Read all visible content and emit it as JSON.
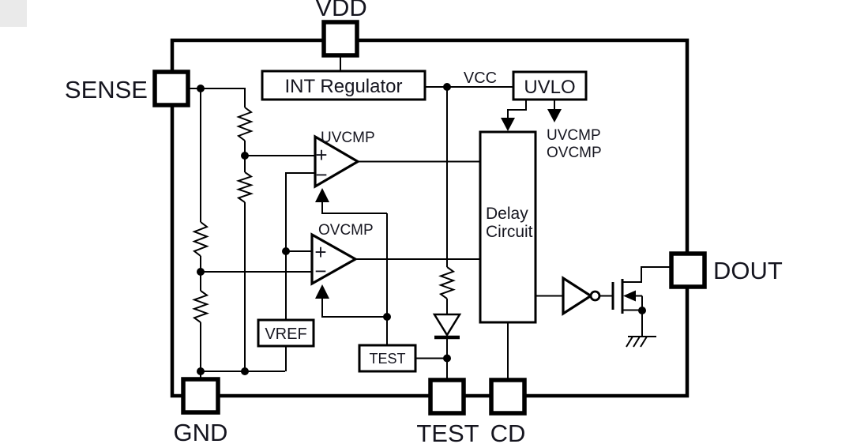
{
  "diagram": {
    "pins": {
      "vdd": "VDD",
      "sense": "SENSE",
      "gnd": "GND",
      "test": "TEST",
      "cd": "CD",
      "dout": "DOUT"
    },
    "blocks": {
      "int_regulator": "INT Regulator",
      "uvlo": "UVLO",
      "delay_line1": "Delay",
      "delay_line2": "Circuit",
      "vref": "VREF",
      "test": "TEST"
    },
    "comparators": {
      "uvcmp_label": "UVCMP",
      "ovcmp_label": "OVCMP",
      "plus_sign": "+",
      "minus_sign": "−"
    },
    "nets": {
      "vcc": "VCC"
    },
    "uvlo_outputs": {
      "dest1": "UVCMP",
      "dest2": "OVCMP"
    },
    "colors": {
      "line": "#000000",
      "text": "#15151f",
      "background": "#ffffff",
      "corner_artifact": "#eaeaea"
    }
  }
}
